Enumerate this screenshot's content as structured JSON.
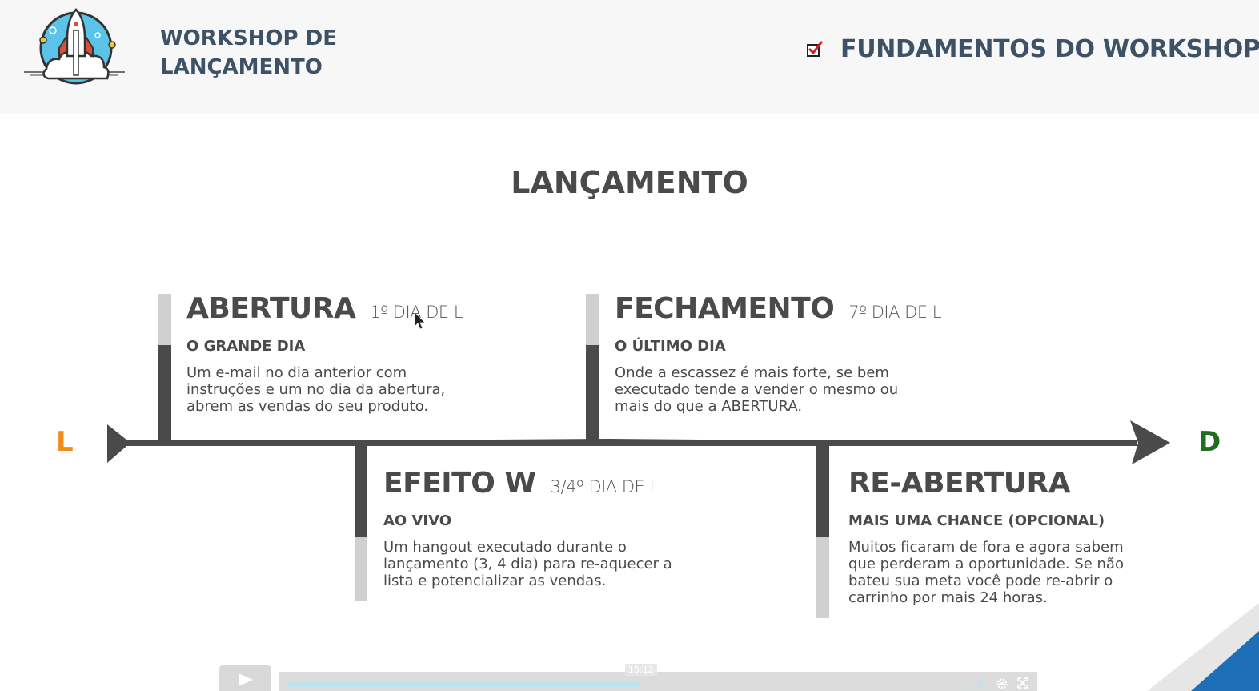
{
  "header": {
    "brand_line1": "WORKSHOP DE",
    "brand_line2": "LANÇAMENTO",
    "section_title": "FUNDAMENTOS DO WORKSHOP"
  },
  "slide": {
    "title": "LANÇAMENTO",
    "start_label": "L",
    "end_label": "D",
    "milestones": [
      {
        "title": "ABERTURA",
        "day": "1º DIA DE L",
        "subtitle": "O GRANDE DIA",
        "desc_lines": [
          "Um e-mail no dia anterior com",
          "instruções e um no dia da abertura,",
          "abrem as vendas do seu produto."
        ]
      },
      {
        "title": "FECHAMENTO",
        "day": "7º DIA DE L",
        "subtitle": "O ÚLTIMO DIA",
        "desc_lines": [
          "Onde a escassez é mais forte, se bem",
          "executado tende a vender o mesmo ou",
          "mais do que a ABERTURA."
        ]
      },
      {
        "title": "EFEITO W",
        "day": "3/4º DIA DE L",
        "subtitle": "AO VIVO",
        "desc_lines": [
          "Um hangout executado durante o",
          "lançamento (3, 4 dia) para re-aquecer a",
          "lista e potencializar as vendas."
        ]
      },
      {
        "title": "RE-ABERTURA",
        "day": "",
        "subtitle": "MAIS UMA CHANCE (OPCIONAL)",
        "desc_lines": [
          "Muitos ficaram de fora e agora sabem",
          "que perderam a oportunidade. Se não",
          "bateu sua meta você pode re-abrir o",
          "carrinho por mais 24 horas."
        ]
      }
    ]
  },
  "player": {
    "time": "15:12",
    "progress": 0.47
  },
  "colors": {
    "header_bg": "#f7f7f7",
    "brand": "#3d5266",
    "start_accent": "#f08c1c",
    "end_accent": "#1f6e1f",
    "timeline": "#4a4a4a",
    "timeline_light": "#d0d0d0"
  },
  "icons": {
    "logo": "rocket-logo-icon",
    "checkbox": "checkbox-checked-icon",
    "play": "play-icon",
    "volume": "volume-icon",
    "settings": "gear-icon",
    "fullscreen": "fullscreen-icon"
  }
}
